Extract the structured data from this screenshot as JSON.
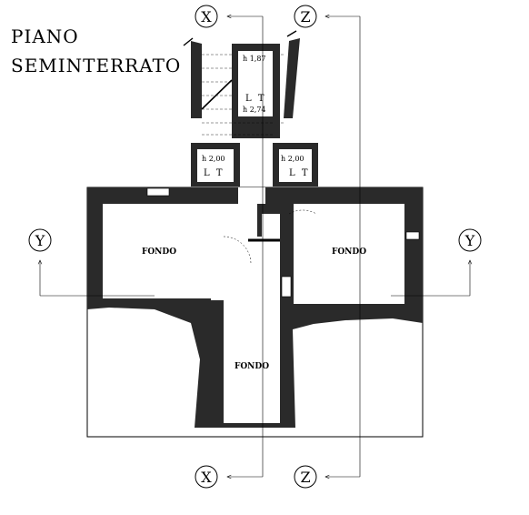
{
  "title": {
    "line1": "PIANO",
    "line2": "SEMINTERRATO"
  },
  "section_markers": {
    "x": "X",
    "y": "Y",
    "z": "Z"
  },
  "rooms": {
    "fondo_left": "FONDO",
    "fondo_right": "FONDO",
    "fondo_center": "FONDO"
  },
  "stair_rooms": {
    "top": {
      "height": "h 1,87",
      "use": "L T",
      "height2": "h 2,74"
    },
    "left": {
      "height": "h 2,00",
      "use": "L T"
    },
    "right": {
      "height": "h 2,00",
      "use": "L T"
    }
  }
}
